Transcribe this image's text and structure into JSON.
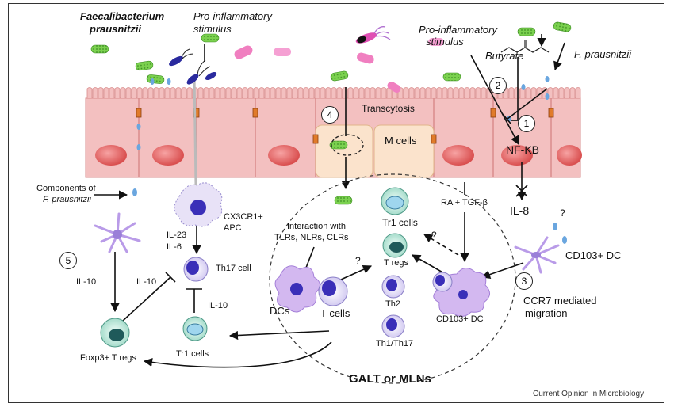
{
  "labels": {
    "faecali_line1": "Faecalibacterium",
    "faecali_line2": "prausnitzii",
    "proinf_left_line1": "Pro-inflammatory",
    "proinf_left_line2": "stimulus",
    "proinf_right_line1": "Pro-inflammatory",
    "proinf_right_line2": "stimulus",
    "butyrate": "Butyrate",
    "fpraus_right": "F. prausnitzii",
    "transcytosis": "Transcytosis",
    "m_cells": "M cells",
    "nfkb": "NF-KB",
    "components_line1": "Components of",
    "components_line2": "F. prausnitzii",
    "cx3cr1_line1": "CX3CR1+",
    "cx3cr1_line2": "APC",
    "il23": "IL-23",
    "il6": "IL-6",
    "th17": "Th17 cell",
    "il10_left": "IL-10",
    "il10_mid": "IL-10",
    "il10_th17": "IL-10",
    "foxp3": "Foxp3+ T regs",
    "tr1_bottom": "Tr1 cells",
    "interaction_line1": "Interaction with",
    "interaction_line2": "TLRs, NLRs, CLRs",
    "q1": "?",
    "q2": "?",
    "q3": "?",
    "tr1_top": "Tr1 cells",
    "tregs": "T regs",
    "th2": "Th2",
    "th1th17": "Th1/Th17",
    "dcs": "DCs",
    "tcells": "T cells",
    "cd103_inner": "CD103+ DC",
    "ra_tgf": "RA + TGF-β",
    "il8": "IL-8",
    "cd103_outer": "CD103+ DC",
    "ccr7_line1": "CCR7 mediated",
    "ccr7_line2": "migration",
    "galt": "GALT or MLNs",
    "credit": "Current Opinion in Microbiology"
  },
  "step_numbers": {
    "one": "1",
    "two": "2",
    "three": "3",
    "four": "4",
    "five": "5"
  },
  "colors": {
    "epithelium": "#f2b8b8",
    "epithelium_border": "#d98c8c",
    "nucleus": "#e86a6a",
    "m_cell": "#fbe3cc",
    "bacteria_green": "#6bc24a",
    "pink_bacteria": "#f07fc0",
    "cell_blue": "#3a2fb8",
    "cell_lavender": "#e3dcf7",
    "treg_teal": "#2f6b6b",
    "treg_light": "#cdeee5",
    "dc_purple": "#b99be8",
    "droplet_blue": "#6aa6df",
    "tight_junction": "#e07b2a"
  }
}
